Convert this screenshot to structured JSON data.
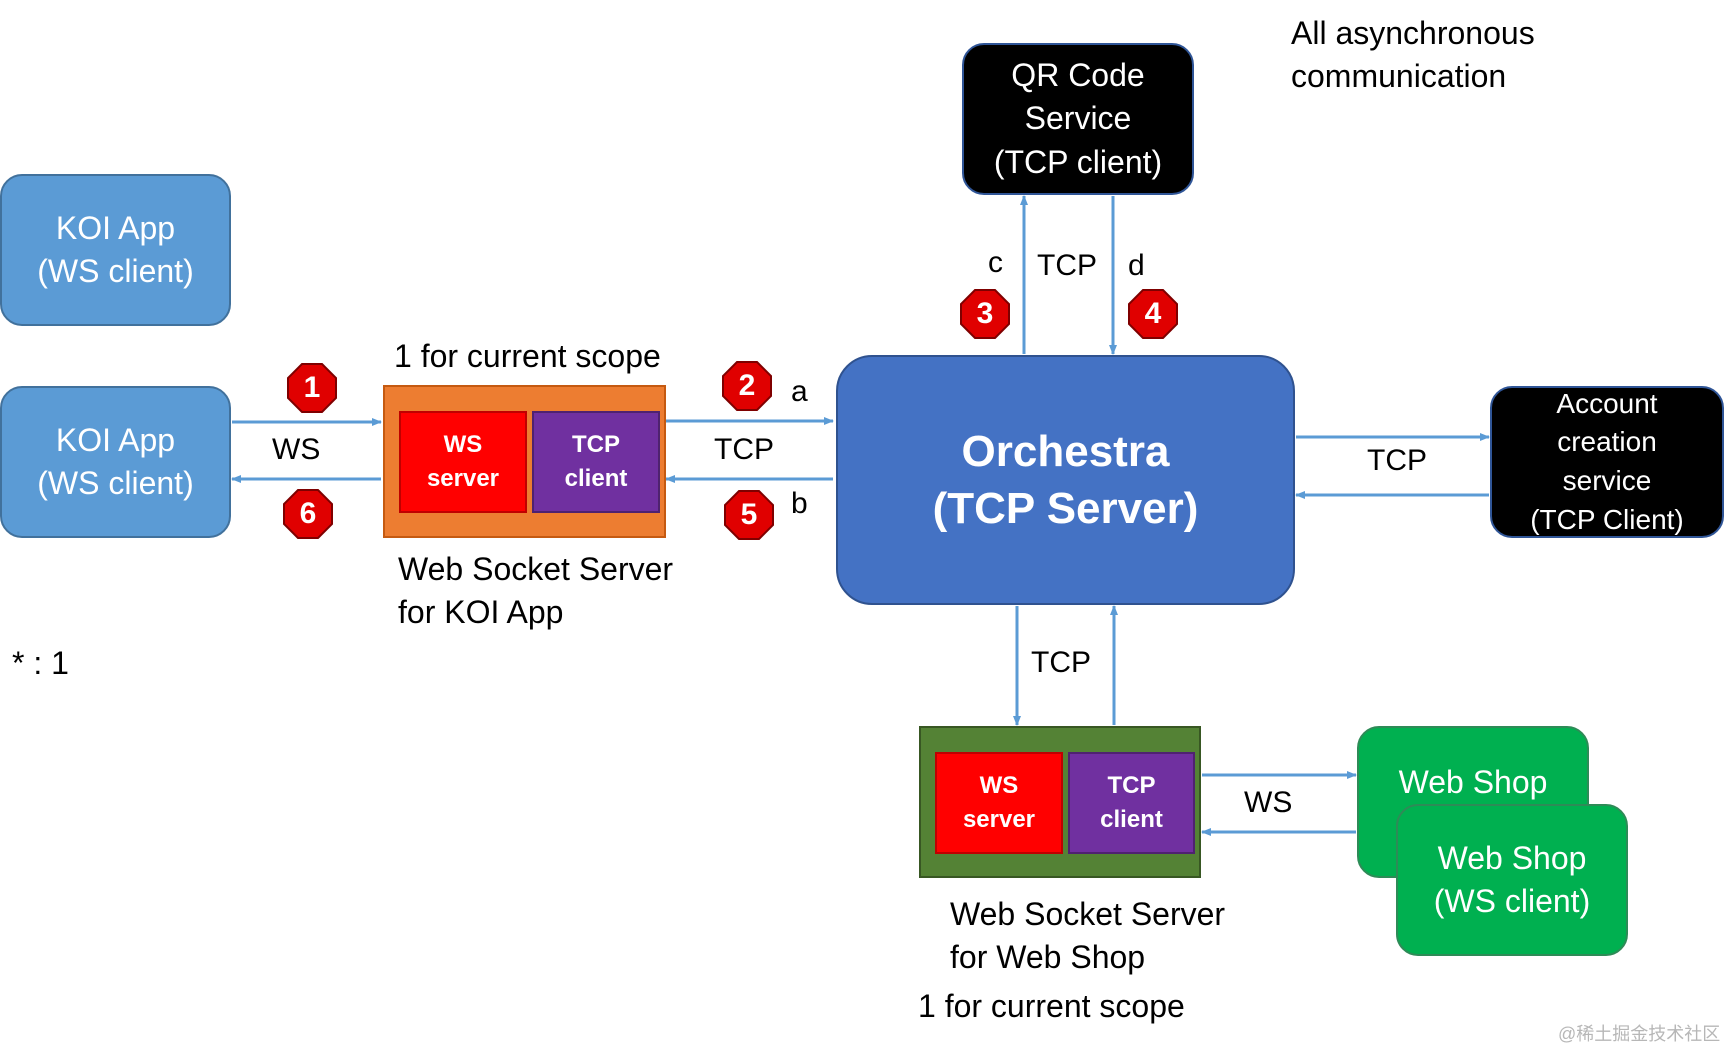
{
  "colors": {
    "koi_app": "#5b9bd5",
    "orchestra": "#4472c4",
    "black_service": "#000000",
    "ws_server": "#ff0000",
    "tcp_client": "#7030a0",
    "koi_container": "#ed7d31",
    "shop_container": "#548235",
    "web_shop": "#00b050",
    "arrow": "#5b9bd5",
    "badge": "#e00000"
  },
  "note_async": [
    "All asynchronous",
    "communication"
  ],
  "koi_app_top": [
    "KOI App",
    "(WS client)"
  ],
  "koi_app_bottom": [
    "KOI App",
    "(WS client)"
  ],
  "qr_service": [
    "QR Code",
    "Service",
    "(TCP client)"
  ],
  "orchestra": [
    "Orchestra",
    "(TCP Server)"
  ],
  "account_service": [
    "Account",
    "creation",
    "service",
    "(TCP Client)"
  ],
  "koi_ws_server": {
    "scope_note": "1 for current scope",
    "ws_server": [
      "WS",
      "server"
    ],
    "tcp_client": [
      "TCP",
      "client"
    ],
    "caption": [
      "Web Socket Server",
      "for KOI App"
    ]
  },
  "shop_ws_server": {
    "ws_server": [
      "WS",
      "server"
    ],
    "tcp_client": [
      "TCP",
      "client"
    ],
    "caption": [
      "Web Socket Server",
      "for Web Shop"
    ],
    "scope_note": "1 for current scope"
  },
  "web_shop_back": [
    "Web Shop"
  ],
  "web_shop_front": [
    "Web Shop",
    "(WS client)"
  ],
  "links": {
    "koi_ws": "WS",
    "koi_tcp": "TCP",
    "qr_tcp": "TCP",
    "account_tcp": "TCP",
    "shop_tcp": "TCP",
    "shop_ws": "WS",
    "step_a": "a",
    "step_b": "b",
    "step_c": "c",
    "step_d": "d"
  },
  "badges": [
    "1",
    "2",
    "3",
    "4",
    "5",
    "6"
  ],
  "ratio_note": "* : 1",
  "watermark": "@稀土掘金技术社区"
}
